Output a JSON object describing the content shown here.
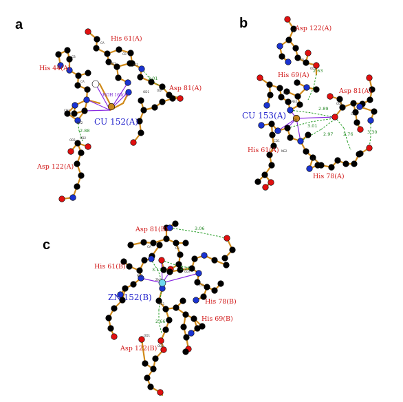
{
  "colors": {
    "bond": "#d08a1a",
    "carbon": "#000000",
    "nitrogen": "#1a33d0",
    "oxygen": "#e01010",
    "copper": "#c8861e",
    "zinc": "#6fd8ee",
    "coordination": "#8a2be2",
    "hbond": "#1f9a1f",
    "residue_label": "#d01818",
    "metal_label": "#2222cc"
  },
  "panels": [
    {
      "letter": "a",
      "metal": {
        "label": "CU 152(A)",
        "element": "Cu"
      },
      "water_label": "HOH 160(A)",
      "residues": [
        "His 61(A)",
        "His 44(A)",
        "Asp 81(A)",
        "Asp 122(A)"
      ],
      "distances": [
        "3.01",
        "2.88"
      ],
      "atom_labels": [
        "N",
        "CA",
        "C",
        "O",
        "CB",
        "CG",
        "ND1",
        "CE1",
        "NE2",
        "CD2",
        "OD1",
        "OD2"
      ]
    },
    {
      "letter": "b",
      "metal": {
        "label": "CU 153(A)",
        "element": "Cu"
      },
      "residues": [
        "Asp 122(A)",
        "His 69(A)",
        "Asp 81(A)",
        "His 61(A)",
        "His 78(A)"
      ],
      "distances": [
        "2.63",
        "2.89",
        "3.01",
        "2.97",
        "2.76",
        "3.30"
      ],
      "atom_labels": [
        "N",
        "CA",
        "C",
        "O",
        "CB",
        "CG",
        "ND1",
        "CE1",
        "NE2",
        "CD2",
        "OD1",
        "OD2",
        "CU"
      ]
    },
    {
      "letter": "c",
      "metal": {
        "label": "ZN 152(B)",
        "element": "Zn"
      },
      "residues": [
        "Asp 81(B)",
        "His 61(B)",
        "His 78(B)",
        "His 69(B)",
        "Asp 122(B)"
      ],
      "distances": [
        "3.06",
        "3.11",
        "3.25",
        "2.66"
      ],
      "atom_labels": [
        "N",
        "CA",
        "C",
        "O",
        "CB",
        "CG",
        "ND1",
        "CE1",
        "NE2",
        "CD2",
        "OD1",
        "OD2",
        "ZN"
      ]
    }
  ]
}
